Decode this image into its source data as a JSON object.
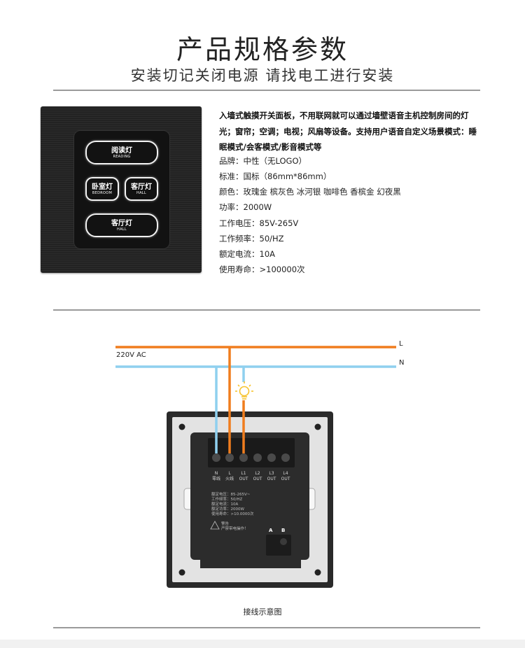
{
  "header": {
    "title": "产品规格参数",
    "subtitle": "安装切记关闭电源 请找电工进行安装"
  },
  "product": {
    "keys": [
      {
        "cn": "阅读灯",
        "en": "READING"
      },
      {
        "cn": "卧室灯",
        "en": "BEDROOM"
      },
      {
        "cn": "客厅灯",
        "en": "HALL"
      },
      {
        "cn": "客厅灯",
        "en": "HALL"
      }
    ]
  },
  "specs": {
    "description": "入墙式触摸开关面板，不用联网就可以通过墙壁语音主机控制房间的灯光；窗帘；空调；电视；风扇等设备。支持用户语音自定义场景模式：睡眠模式/会客模式/影音模式等",
    "lines": [
      "品牌：中性（无LOGO）",
      "标准：国标（86mm*86mm）",
      "颜色：玫瑰金 槟灰色 冰河银 咖啡色 香槟金 幻夜黑",
      "功率：2000W",
      "工作电压：85V-265V",
      "工作频率：50/HZ",
      "额定电流：10A",
      "使用寿命：>100000次"
    ]
  },
  "wiring": {
    "supply_label": "220V AC",
    "line_label": "L",
    "neutral_label": "N",
    "terminals": [
      {
        "top": "N",
        "bottom": "零线"
      },
      {
        "top": "L",
        "bottom": "火线"
      },
      {
        "top": "L1",
        "bottom": "OUT"
      },
      {
        "top": "L2",
        "bottom": "OUT"
      },
      {
        "top": "L3",
        "bottom": "OUT"
      },
      {
        "top": "L4",
        "bottom": "OUT"
      }
    ],
    "module_specs": [
      "额定电压：85-265V~",
      "工作频率：50/HZ",
      "额定电流：10A",
      "额定功率：2000W",
      "使用寿命：>10.0000次"
    ],
    "warning": [
      "警告",
      "严禁带电操作！"
    ],
    "port_labels": [
      "A",
      "B"
    ],
    "line_color": "#f07d1e",
    "neutral_color": "#8fd0ef",
    "lamp_color": "#f7c32e",
    "caption": "接线示意图"
  },
  "colors": {
    "panel": "#1e1e1e",
    "rule": "#9a9a9a"
  }
}
